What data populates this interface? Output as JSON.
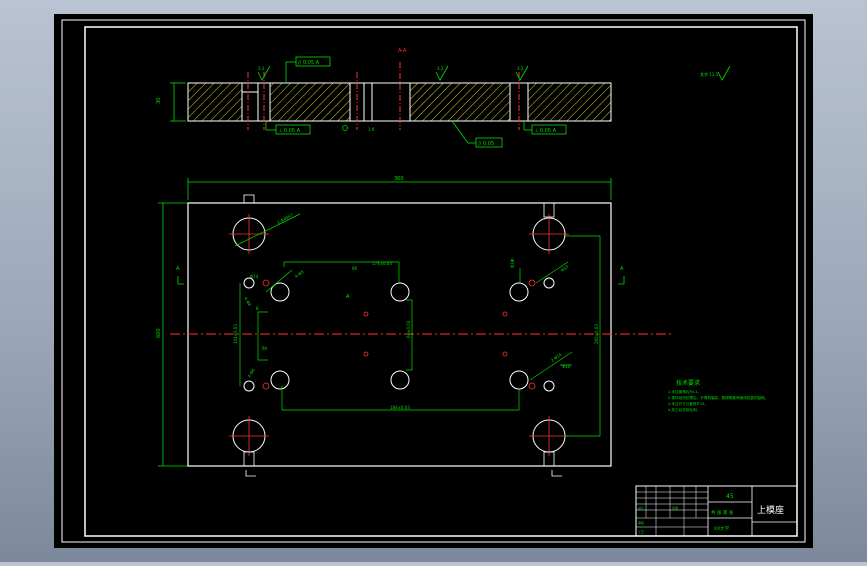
{
  "drawing": {
    "section_label": "A-A",
    "overall_width": "360",
    "overall_height": "600",
    "plate_thickness": "30",
    "roughness_top_left": "3.2",
    "roughness_top_mid": "3.2",
    "roughness_top_right": "3.2",
    "roughness_general": "其余 12.5",
    "roughness_bottom": "1.6",
    "gdt_top": "// 0.05 A",
    "gdt_bottom_left": "⊥ 0.05 A",
    "gdt_bottom_mid": "// 0.05",
    "gdt_bottom_right": "⊥ 0.05 A",
    "hole_dim_left_top": "2-Φ40H7",
    "hole_dim_right_top": "Φ33",
    "hole_dim_small_left": "Φ14",
    "hole_dim_small_right": "Φ14",
    "hole_dim_pin_1": "4-Φ8",
    "hole_dim_pin_2": "4-Φ8",
    "dim_center_1": "90",
    "dim_center_2": "90",
    "dim_mid_top": "174±0.03",
    "dim_mid_vertical": "64±0.03",
    "dim_mid_bottom": "184±0.03",
    "dim_right_vertical": "260±0.03",
    "dim_left_vertical": "104±0.03",
    "dim_left_small": "8",
    "dim_right_small": "8",
    "dim_right_bottom_label": "2-Φ14",
    "dim_right_bottom_2": "Φ10",
    "section_mark_left": "A",
    "section_mark_right": "A",
    "section_mark_center": "A"
  },
  "tech_notes": {
    "title": "技术要求",
    "lines": [
      "1.未注倒角均为C1。",
      "2.零件经热处理后，不得有裂纹、脱碳等影响使用性能的缺陷。",
      "3.未注尺寸公差按IT14。",
      "4.加工后去除毛刺。"
    ]
  },
  "title_block": {
    "material": "45",
    "part_name": "上模座",
    "scale_label": "比例",
    "sheet_label": "共 张 第 张",
    "designer_label": "设计",
    "checker_label": "审核",
    "process_label": "工艺",
    "school_label": "XX大学"
  },
  "colors": {
    "paper": "#000000",
    "frame": "#ffffff",
    "green": "#00e000",
    "cyan": "#00e6e6",
    "red": "#ff2020",
    "hatch": "#e8e820"
  }
}
